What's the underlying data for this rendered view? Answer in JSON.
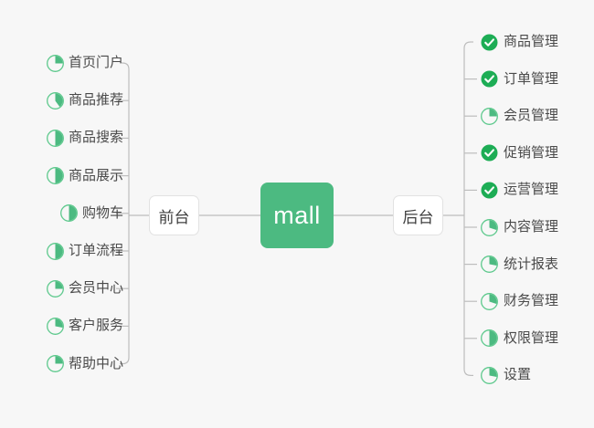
{
  "diagram": {
    "type": "mindmap",
    "title": "mall",
    "background": "#f7f7f7",
    "accent_green": "#4cba81",
    "done_green": "#1dad55",
    "ring_green": "#5ec98d",
    "text_color": "#4a4a4a",
    "line_color": "#bdbdbd"
  },
  "root": {
    "label": "mall"
  },
  "branches": [
    {
      "id": "frontend",
      "label": "前台",
      "side": "left",
      "items": [
        {
          "label": "首页门户",
          "status": "in-progress",
          "progress": 25,
          "icon": "pie-progress-icon"
        },
        {
          "label": "商品推荐",
          "status": "in-progress",
          "progress": 40,
          "icon": "pie-progress-icon"
        },
        {
          "label": "商品搜索",
          "status": "in-progress",
          "progress": 50,
          "icon": "pie-progress-icon"
        },
        {
          "label": "商品展示",
          "status": "in-progress",
          "progress": 50,
          "icon": "pie-progress-icon"
        },
        {
          "label": "购物车",
          "status": "in-progress",
          "progress": 50,
          "icon": "pie-progress-icon"
        },
        {
          "label": "订单流程",
          "status": "in-progress",
          "progress": 50,
          "icon": "pie-progress-icon"
        },
        {
          "label": "会员中心",
          "status": "in-progress",
          "progress": 25,
          "icon": "pie-progress-icon"
        },
        {
          "label": "客户服务",
          "status": "in-progress",
          "progress": 28,
          "icon": "pie-progress-icon"
        },
        {
          "label": "帮助中心",
          "status": "in-progress",
          "progress": 25,
          "icon": "pie-progress-icon"
        }
      ]
    },
    {
      "id": "backend",
      "label": "后台",
      "side": "right",
      "items": [
        {
          "label": "商品管理",
          "status": "done",
          "progress": 100,
          "icon": "check-circle-icon"
        },
        {
          "label": "订单管理",
          "status": "done",
          "progress": 100,
          "icon": "check-circle-icon"
        },
        {
          "label": "会员管理",
          "status": "in-progress",
          "progress": 25,
          "icon": "pie-progress-icon"
        },
        {
          "label": "促销管理",
          "status": "done",
          "progress": 100,
          "icon": "check-circle-icon"
        },
        {
          "label": "运营管理",
          "status": "done",
          "progress": 100,
          "icon": "check-circle-icon"
        },
        {
          "label": "内容管理",
          "status": "in-progress",
          "progress": 30,
          "icon": "pie-progress-icon"
        },
        {
          "label": "统计报表",
          "status": "in-progress",
          "progress": 28,
          "icon": "pie-progress-icon"
        },
        {
          "label": "财务管理",
          "status": "in-progress",
          "progress": 30,
          "icon": "pie-progress-icon"
        },
        {
          "label": "权限管理",
          "status": "in-progress",
          "progress": 50,
          "icon": "pie-progress-icon"
        },
        {
          "label": "设置",
          "status": "in-progress",
          "progress": 28,
          "icon": "pie-progress-icon"
        }
      ]
    }
  ]
}
